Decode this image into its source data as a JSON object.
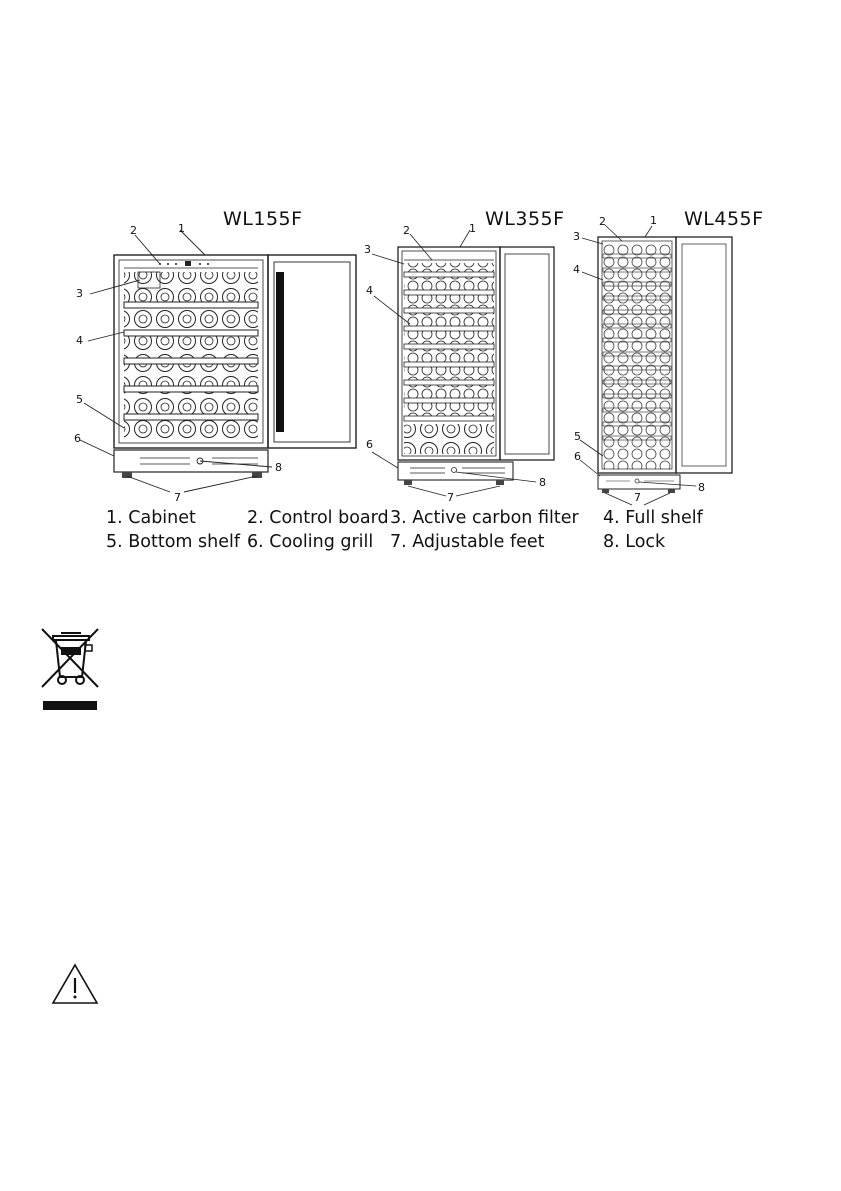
{
  "models": [
    "WL155F",
    "WL355F",
    "WL455F"
  ],
  "callouts": {
    "wl155f": [
      "1",
      "2",
      "3",
      "4",
      "5",
      "6",
      "7",
      "8"
    ],
    "wl355f": [
      "1",
      "2",
      "3",
      "4",
      "6",
      "7",
      "8"
    ],
    "wl455f": [
      "1",
      "2",
      "3",
      "4",
      "5",
      "6",
      "7",
      "8"
    ]
  },
  "legend": {
    "row1": [
      "1. Cabinet",
      "2. Control board",
      "3. Active carbon filter",
      "4. Full shelf"
    ],
    "row2": [
      "5. Bottom shelf",
      "6. Cooling grill",
      "7. Adjustable feet",
      "8. Lock"
    ]
  },
  "icons": [
    "weee-crossed-bin-icon",
    "warning-triangle-icon"
  ]
}
